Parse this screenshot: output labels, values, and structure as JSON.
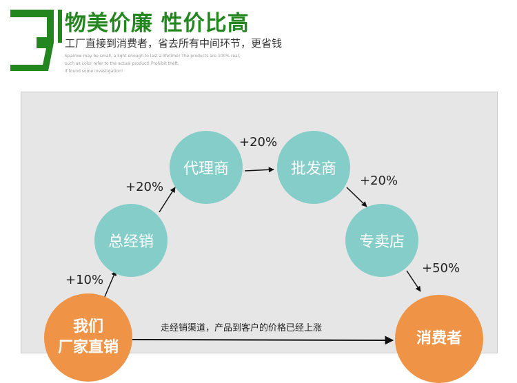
{
  "header": {
    "title": "物美价廉 性价比高",
    "subtitle": "工厂直接到消费者，省去所有中间环节，更省钱",
    "fine_print": [
      "Sparrow may be small, a light enough to last a lifetime! The products are 100% real,",
      "such as color refer to the actual product! Prohibit theft,",
      "if found some investigation!"
    ]
  },
  "colors": {
    "brand_green": "#23861f",
    "teal_node": "#85cdc8",
    "orange_node": "#ef9346"
  },
  "diagram": {
    "nodes": {
      "factory": {
        "lines": [
          "我们",
          "厂家直销"
        ]
      },
      "general_distributor": {
        "label": "总经销"
      },
      "agent": {
        "label": "代理商"
      },
      "wholesaler": {
        "label": "批发商"
      },
      "specialty_store": {
        "label": "专卖店"
      },
      "consumer": {
        "label": "消费者"
      }
    },
    "markups": {
      "factory_to_general": "+10%",
      "general_to_agent": "+20%",
      "agent_to_wholesaler": "+20%",
      "wholesaler_to_store": "+20%",
      "store_to_consumer": "+50%"
    },
    "channel_note": "走经销渠道，产品到客户的价格已经上涨"
  }
}
